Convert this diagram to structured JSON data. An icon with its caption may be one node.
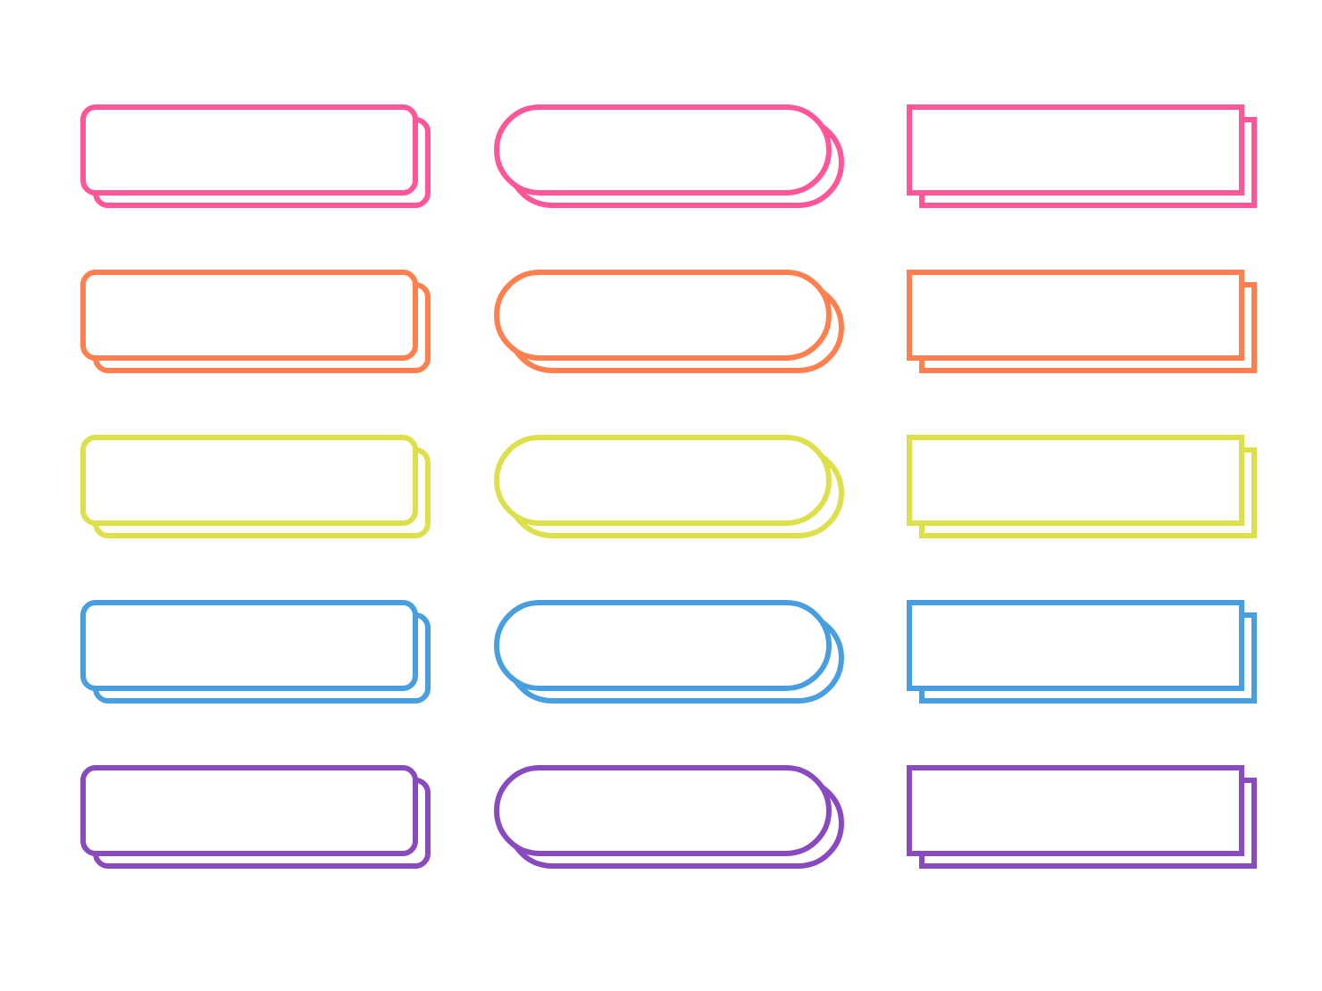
{
  "diagram": {
    "nodes": [
      {
        "text": [],
        "shape": "box"
      },
      {
        "text": [],
        "shape": "capsule"
      },
      {
        "text": [],
        "shape": "rectangle"
      },
      {
        "text": [],
        "shape": "box"
      },
      {
        "text": [],
        "shape": "capsule"
      },
      {
        "text": [],
        "shape": "rectangle"
      },
      {
        "text": [],
        "shape": "box"
      },
      {
        "text": [],
        "shape": "capsule"
      },
      {
        "text": [],
        "shape": "rectangle"
      },
      {
        "text": [],
        "shape": "box"
      },
      {
        "text": [],
        "shape": "capsule"
      },
      {
        "text": [],
        "shape": "rectangle"
      },
      {
        "text": [],
        "shape": "box"
      },
      {
        "text": [],
        "shape": "capsule"
      },
      {
        "text": [],
        "shape": "rectangle"
      }
    ]
  }
}
